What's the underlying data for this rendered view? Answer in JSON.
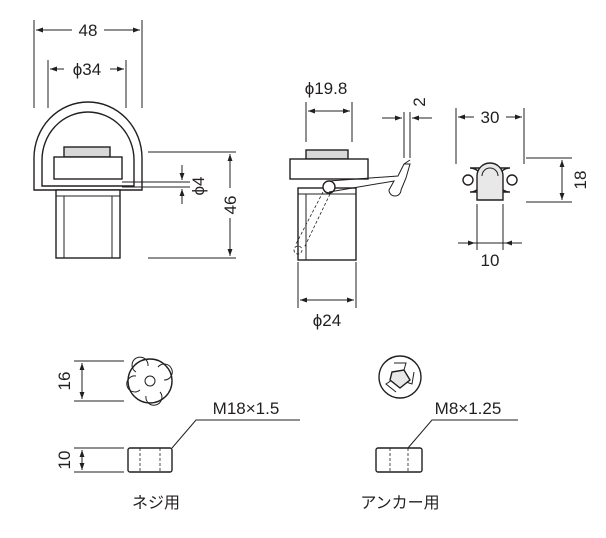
{
  "dimensions": {
    "front_width": "48",
    "front_inner_dia": "ϕ34",
    "pin_dia": "ϕ4",
    "front_height": "46",
    "side_top_dia": "ϕ19.8",
    "hook_thickness": "2",
    "side_body_dia": "ϕ24",
    "plate_width": "30",
    "plate_height": "18",
    "plate_lug_width": "10",
    "nut_height": "16",
    "nut_thickness": "10"
  },
  "threads": {
    "screw_type": "M18×1.5",
    "anchor_type": "M8×1.25"
  },
  "captions": {
    "screw_use": "ネジ用",
    "anchor_use": "アンカー用"
  }
}
